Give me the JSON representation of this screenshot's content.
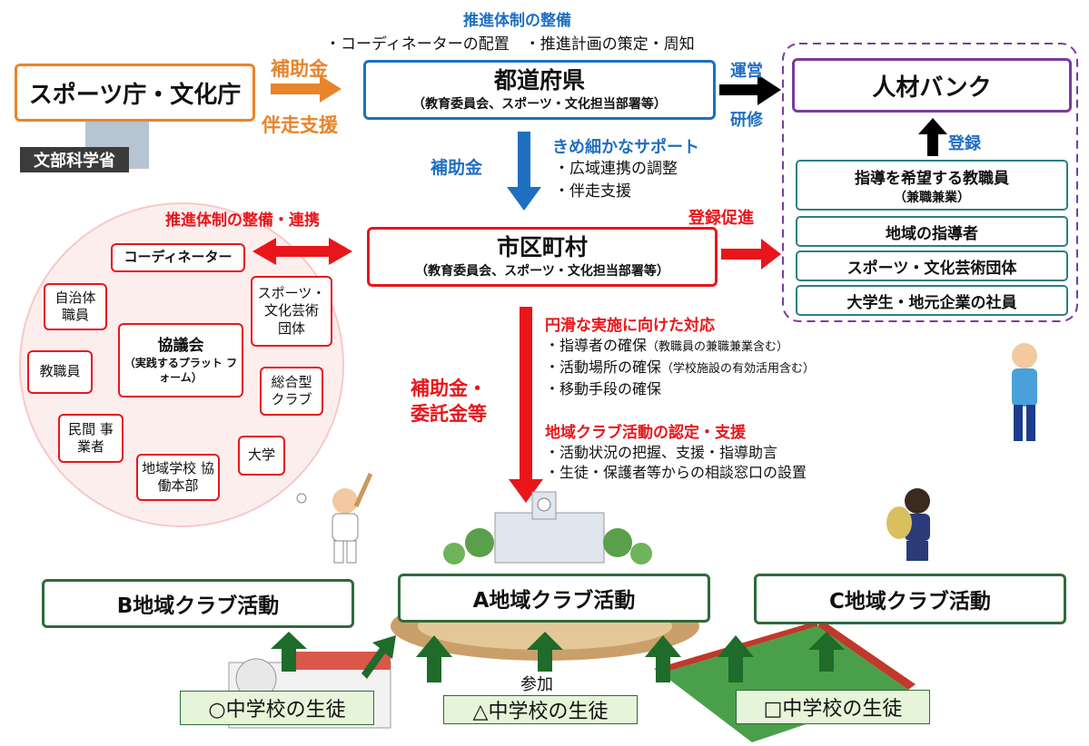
{
  "top": {
    "title": "推進体制の整備",
    "subtitle": "・コーディネーターの配置　・推進計画の策定・周知"
  },
  "agency": {
    "label": "スポーツ庁・文化庁",
    "mext_sign": "文部科学省"
  },
  "arrow_agency_pref": {
    "top": "補助金",
    "bottom": "伴走支援"
  },
  "prefecture": {
    "title": "都道府県",
    "sub": "（教育委員会、スポーツ・文化担当部署等）"
  },
  "pref_to_bank": {
    "top": "運営",
    "bottom": "研修"
  },
  "jinzai_bank": {
    "title": "人材バンク",
    "register_label": "登録",
    "items": [
      {
        "line1": "指導を希望する教職員",
        "line2": "（兼職兼業）"
      },
      {
        "line1": "地域の指導者",
        "line2": ""
      },
      {
        "line1": "スポーツ・文化芸術団体",
        "line2": ""
      },
      {
        "line1": "大学生・地元企業の社員",
        "line2": ""
      }
    ]
  },
  "pref_to_muni": {
    "label": "補助金",
    "support_title": "きめ細かなサポート",
    "support_items": [
      "・広域連携の調整",
      "・伴走支援"
    ]
  },
  "municipality": {
    "title": "市区町村",
    "sub": "（教育委員会、スポーツ・文化担当部署等）",
    "left_label": "推進体制の整備・連携",
    "right_label": "登録促進"
  },
  "council": {
    "coordinator": "コーディネーター",
    "center_title": "協議会",
    "center_sub": "（実践するプラット フォーム）",
    "members": [
      "自治体 職員",
      "スポーツ・ 文化芸術 団体",
      "教職員",
      "総合型 クラブ",
      "民間 事業者",
      "大学",
      "地域学校 協働本部"
    ]
  },
  "muni_to_clubs": {
    "label_line1": "補助金・",
    "label_line2": "委託金等",
    "section1_title": "円滑な実施に向けた対応",
    "section1_items": [
      {
        "main": "・指導者の確保",
        "note": "（教職員の兼職兼業含む）"
      },
      {
        "main": "・活動場所の確保",
        "note": "（学校施設の有効活用含む）"
      },
      {
        "main": "・移動手段の確保",
        "note": ""
      }
    ],
    "section2_title": "地域クラブ活動の認定・支援",
    "section2_items": [
      {
        "main": "・活動状況の把握、支援・指導助言",
        "note": ""
      },
      {
        "main": "・生徒・保護者等からの相談窓口の設置",
        "note": ""
      }
    ]
  },
  "clubs": {
    "b": "B地域クラブ活動",
    "a": "A地域クラブ活動",
    "c": "C地域クラブ活動"
  },
  "students": {
    "left": "○中学校の生徒",
    "center": "△中学校の生徒",
    "right": "□中学校の生徒",
    "participate": "参加"
  },
  "colors": {
    "blue": "#1f6fc0",
    "orange": "#e8842c",
    "red": "#e8161b",
    "purple": "#7b3c9c",
    "teal": "#2d7e86",
    "green": "#2e6b3b"
  }
}
